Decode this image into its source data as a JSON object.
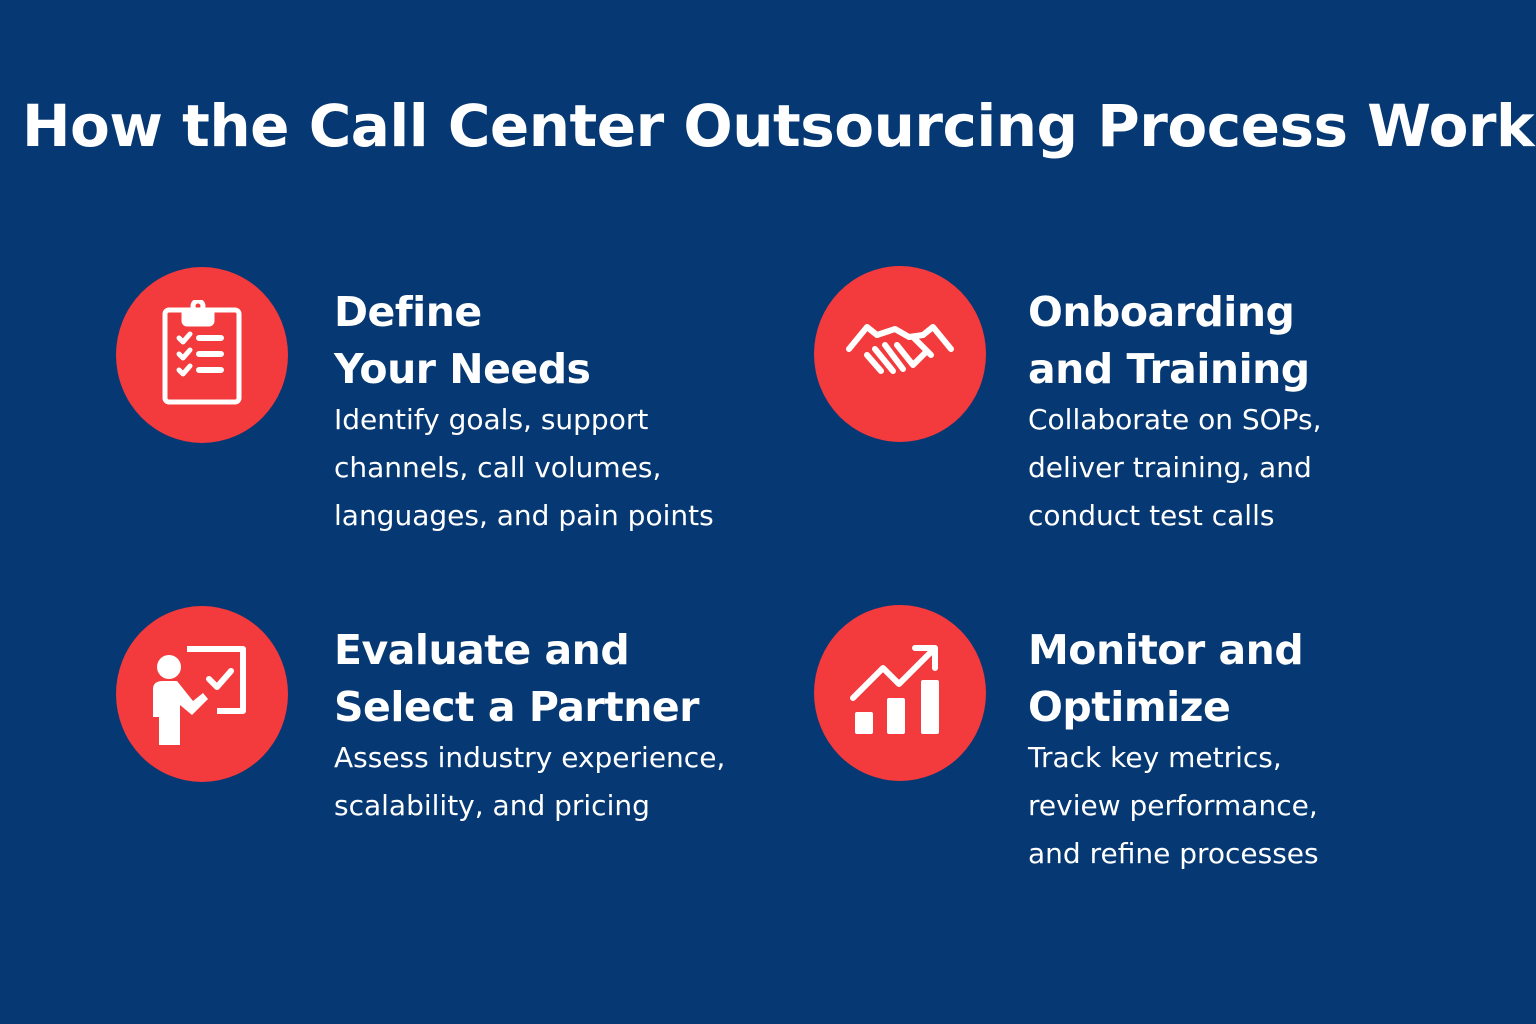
{
  "title": "How the Call Center Outsourcing Process Works",
  "colors": {
    "background": "#063873",
    "accent": "#F33A3C",
    "text": "#FFFFFF"
  },
  "steps": [
    {
      "icon": "clipboard-checklist-icon",
      "heading_line1": "Define",
      "heading_line2": "Your Needs",
      "desc_lines": [
        "Identify goals, support",
        "channels, call volumes,",
        "languages, and pain points"
      ]
    },
    {
      "icon": "handshake-icon",
      "heading_line1": "Onboarding",
      "heading_line2": "and Training",
      "desc_lines": [
        "Collaborate on SOPs,",
        "deliver training, and",
        "conduct test calls"
      ]
    },
    {
      "icon": "presenter-board-icon",
      "heading_line1": "Evaluate and",
      "heading_line2": "Select a Partner",
      "desc_lines": [
        "Assess industry experience,",
        "scalability, and pricing"
      ]
    },
    {
      "icon": "growth-chart-icon",
      "heading_line1": "Monitor and",
      "heading_line2": "Optimize",
      "desc_lines": [
        "Track key metrics,",
        "review performance,",
        "and refine processes"
      ]
    }
  ]
}
